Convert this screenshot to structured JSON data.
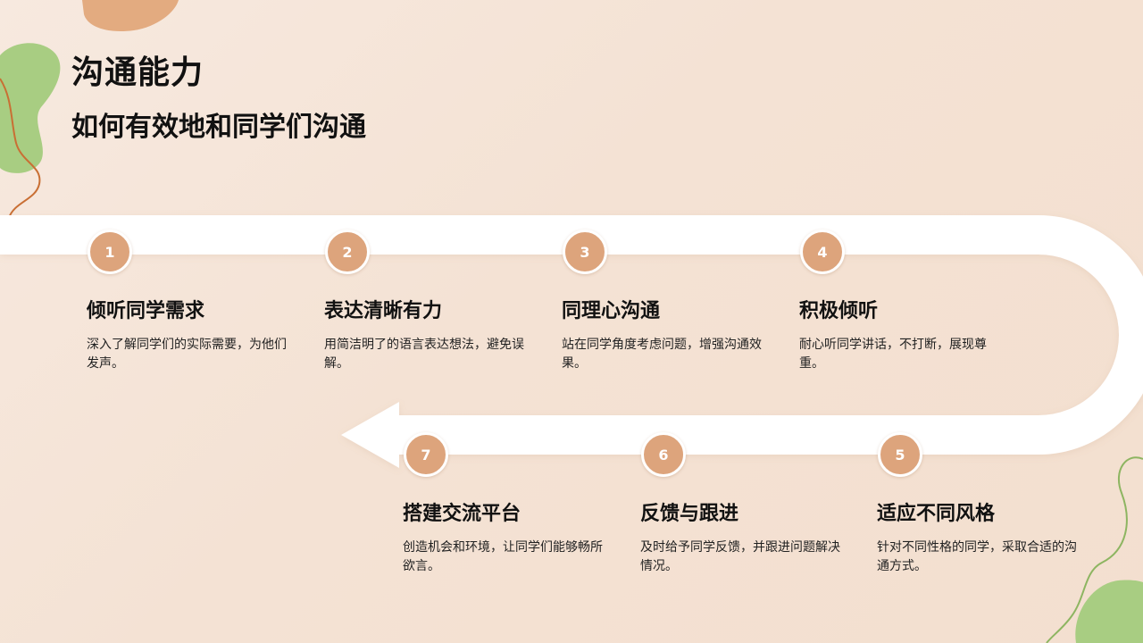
{
  "slide": {
    "title": "沟通能力",
    "subtitle": "如何有效地和同学们沟通"
  },
  "colors": {
    "accent": "#dda47c",
    "green": "#a8cd82",
    "green_line": "#8db561",
    "orange_line": "#c96f34",
    "peach_blob": "#e3ab80",
    "track": "#ffffff"
  },
  "steps": [
    {
      "number": "1",
      "title": "倾听同学需求",
      "desc": "深入了解同学们的实际需要，为他们发声。"
    },
    {
      "number": "2",
      "title": "表达清晰有力",
      "desc": "用简洁明了的语言表达想法，避免误解。"
    },
    {
      "number": "3",
      "title": "同理心沟通",
      "desc": "站在同学角度考虑问题，增强沟通效果。"
    },
    {
      "number": "4",
      "title": "积极倾听",
      "desc": "耐心听同学讲话，不打断，展现尊重。"
    },
    {
      "number": "5",
      "title": "适应不同风格",
      "desc": "针对不同性格的同学，采取合适的沟通方式。"
    },
    {
      "number": "6",
      "title": "反馈与跟进",
      "desc": "及时给予同学反馈，并跟进问题解决情况。"
    },
    {
      "number": "7",
      "title": "搭建交流平台",
      "desc": "创造机会和环境，让同学们能够畅所欲言。"
    }
  ]
}
